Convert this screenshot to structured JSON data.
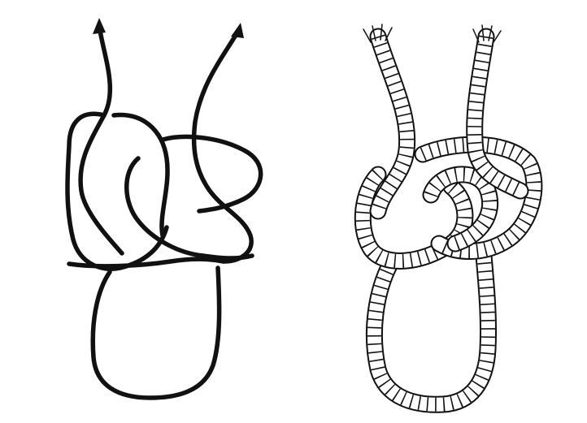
{
  "figure": {
    "panels": [
      {
        "id": "line-diagram",
        "style": "single-line schematic with arrowheads"
      },
      {
        "id": "rope-illustration",
        "style": "twisted rope drawing"
      }
    ],
    "colors": {
      "background": "#ffffff",
      "ink": "#111111"
    }
  }
}
